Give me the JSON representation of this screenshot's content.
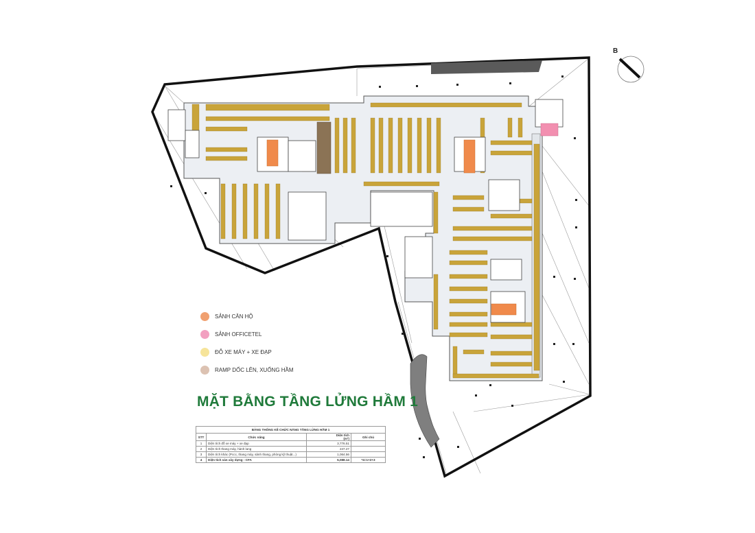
{
  "title": "MẶT BẰNG TẦNG LỬNG HẦM 1",
  "compass": {
    "label": "B",
    "icon": "north-compass-icon"
  },
  "legend": [
    {
      "label": "SẢNH CĂN HỘ",
      "color": "#f0a070"
    },
    {
      "label": "SẢNH OFFICETEL",
      "color": "#f2a0c0"
    },
    {
      "label": "ĐỖ XE MÁY + XE ĐẠP",
      "color": "#f6e49a"
    },
    {
      "label": "RAMP DỐC LÊN, XUỐNG HẦM",
      "color": "#dcc2b2"
    }
  ],
  "colors": {
    "parking": "#c9a43a",
    "floor": "#eceff3",
    "apartment_lobby": "#f08a4b",
    "officetel_lobby": "#f28fb0",
    "ramp": "#8b7355",
    "title": "#1f7a3a"
  },
  "stats_table": {
    "caption": "BẢNG THỐNG KÊ CHỨC NĂNG TẦNG LỬNG HẦM 1",
    "headers": {
      "stt": "STT",
      "function": "Chức năng",
      "area": "Diện tích",
      "area_unit": "(m²)",
      "note": "Ghi chú"
    },
    "rows": [
      {
        "stt": "1",
        "function": "Diện tích đỗ xe máy + xe đạp",
        "area": "3,776.51",
        "note": ""
      },
      {
        "stt": "2",
        "function": "Diện tích thang máy, hành lang",
        "area": "247.27",
        "note": ""
      },
      {
        "stt": "3",
        "function": "Diện tích khác (Pccc, thang máy, sảnh thang, phòng kỹ thuật...)",
        "area": "1,064.56",
        "note": ""
      }
    ],
    "total": {
      "stt": "4",
      "function": "Diện tích sàn xây dựng - CFA",
      "area": "5,088.14",
      "note": "*4=1+2+3"
    }
  }
}
